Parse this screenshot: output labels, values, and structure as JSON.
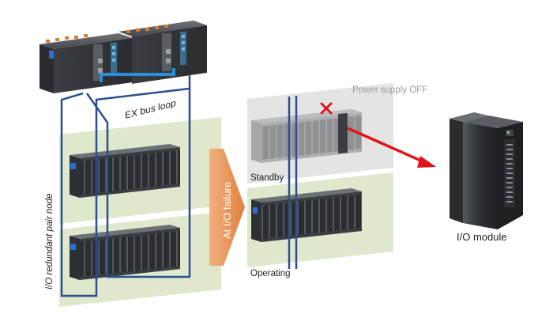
{
  "labels": {
    "ex_bus_loop": "EX bus loop",
    "io_redundant_pair_node": "I/O redundant pair node",
    "at_io_failure": "At I/O failure",
    "power_supply_off": "Power supply OFF",
    "standby": "Standby",
    "operating": "Operating",
    "io_module": "I/O module"
  },
  "colors": {
    "bus_line": "#2a4f8f",
    "bus_accent": "#2a8fd6",
    "node_panel": "#dfe8cd",
    "standby_panel": "#e4e4e4",
    "failure_arrow": "#e8935a",
    "fault_marker": "#e0141c"
  },
  "icons": {
    "failure_mark": "red-x-icon",
    "removed_module": "red-arrow-icon"
  }
}
